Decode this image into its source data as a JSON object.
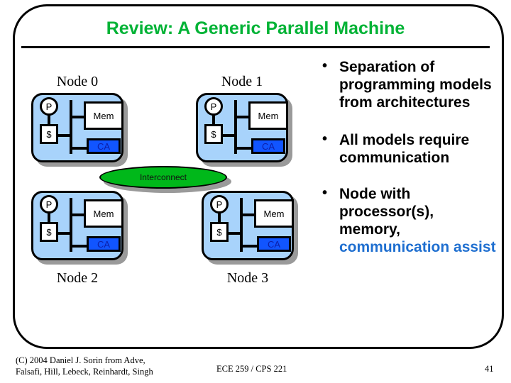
{
  "slide": {
    "title": "Review: A Generic Parallel Machine",
    "title_color": "#00b336",
    "accent_color": "#1f6fd0",
    "node_fill_color": "#a8d3fb",
    "ca_fill_color": "#1155ff",
    "interconnect_color": "#00b81a"
  },
  "diagram": {
    "interconnect_label": "Interconnect",
    "nodes": [
      {
        "label": "Node 0",
        "label_position": "above",
        "processor": "P",
        "cache": "$",
        "memory": "Mem",
        "comm_assist": "CA"
      },
      {
        "label": "Node 1",
        "label_position": "above",
        "processor": "P",
        "cache": "$",
        "memory": "Mem",
        "comm_assist": "CA"
      },
      {
        "label": "Node 2",
        "label_position": "below",
        "processor": "P",
        "cache": "$",
        "memory": "Mem",
        "comm_assist": "CA"
      },
      {
        "label": "Node 3",
        "label_position": "below",
        "processor": "P",
        "cache": "$",
        "memory": "Mem",
        "comm_assist": "CA"
      }
    ]
  },
  "bullets": [
    {
      "text": "Separation of programming models from architectures",
      "accent_text": ""
    },
    {
      "text": "All models require communication",
      "accent_text": ""
    },
    {
      "text": "Node with processor(s), memory, ",
      "accent_text": "communication assist"
    }
  ],
  "footer": {
    "credit_line1": "(C) 2004 Daniel J. Sorin from Adve,",
    "credit_line2": "Falsafi, Hill, Lebeck, Reinhardt, Singh",
    "course": "ECE 259 / CPS 221",
    "page_number": "41"
  }
}
